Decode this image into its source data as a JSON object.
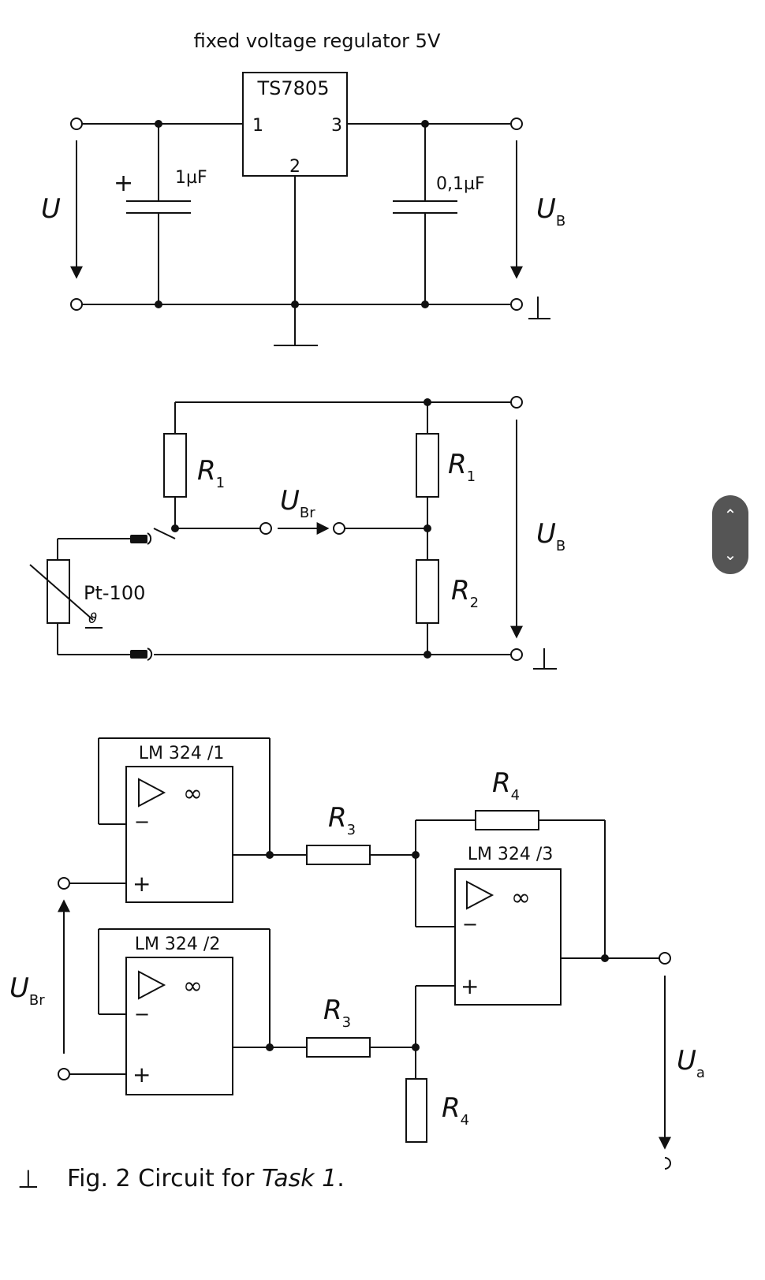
{
  "regulator": {
    "title": "fixed voltage regulator 5V",
    "ic_name": "TS7805",
    "pin1": "1",
    "pin2": "2",
    "pin3": "3",
    "cap_in": "1µF",
    "cap_in_polarity": "+",
    "cap_out": "0,1µF",
    "u_in": "U",
    "u_out": "U",
    "u_out_sub": "B"
  },
  "bridge": {
    "r1_left": "R",
    "r1_left_sub": "1",
    "r1_right": "R",
    "r1_right_sub": "1",
    "r2": "R",
    "r2_sub": "2",
    "sensor": "Pt-100",
    "sensor_symbol": "ϑ",
    "u_br": "U",
    "u_br_sub": "Br",
    "u_b": "U",
    "u_b_sub": "B"
  },
  "amplifier": {
    "op1": "LM 324 /1",
    "op2": "LM 324 /2",
    "op3": "LM 324 /3",
    "infinity": "∞",
    "minus": "−",
    "plus": "+",
    "r3_top": "R",
    "r3_top_sub": "3",
    "r3_bottom": "R",
    "r3_bottom_sub": "3",
    "r4_top": "R",
    "r4_top_sub": "4",
    "r4_bottom": "R",
    "r4_bottom_sub": "4",
    "u_br": "U",
    "u_br_sub": "Br",
    "u_a": "U",
    "u_a_sub": "a"
  },
  "caption": {
    "ground_symbol": "⊥",
    "prefix": "Fig. 2  Circuit for ",
    "task": "Task 1",
    "suffix": "."
  },
  "nav": {
    "up_icon": "chevron-up-icon",
    "down_icon": "chevron-down-icon",
    "up_glyph": "⌃",
    "down_glyph": "⌄"
  }
}
